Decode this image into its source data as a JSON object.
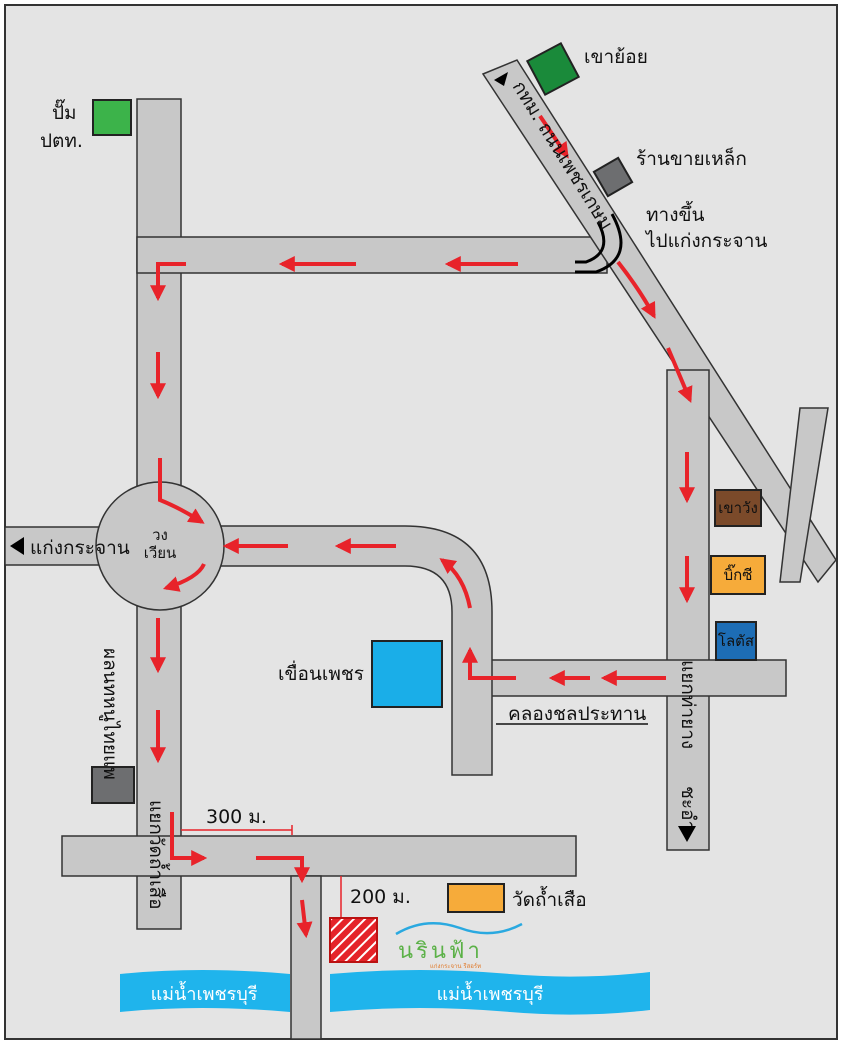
{
  "map": {
    "title": "",
    "colors": {
      "background": "#e4e4e4",
      "road": "#c8c8c8",
      "arrow": "#e8232a",
      "river": "#1fb4ec",
      "green_marker": "#3cb34a",
      "dark_green_marker": "#1a8a3a",
      "gray_marker": "#6d6e70",
      "brown_marker": "#7b4a2a",
      "orange_marker": "#f6ab3a",
      "blue_marker": "#1d6db5",
      "dam_blue": "#1aaee8",
      "destination_red": "#e52329"
    },
    "landmarks": {
      "khao_yoi": "เขาย้อย",
      "hardware_store": "ร้านขายเหล็ก",
      "kaeng_krachan_up_line1": "ทางขึ้น",
      "kaeng_krachan_up_line2": "ไปแก่งกระจาน",
      "gas_station_line1": "ปั๊ม",
      "gas_station_line2": "ปตท.",
      "khao_wang": "เขาวัง",
      "big_c": "บิ๊กซี",
      "lotus": "โลตัส",
      "dam": "เขื่อนเพชร",
      "hospital": "ผลนทหนูไทยแพ",
      "wat_tham_suea": "วัดถ้ำเสือ"
    },
    "roads": {
      "bkk_phetkasem": "กทม. ถนนเพชรเกษม",
      "kaeng_krachan_west": "แก่งกระจาน",
      "roundabout_line1": "วง",
      "roundabout_line2": "เวียน",
      "irrigation_canal": "คลองชลประทาน",
      "tha_yang_junction": "แยกท่ายาง",
      "cha_am": "ชะอำ",
      "wat_tham_suea_junction": "แยกวัดถ้ำเสือ"
    },
    "distances": {
      "d300": "300 ม.",
      "d200": "200 ม."
    },
    "river": {
      "left": "แม่น้ำเพชรบุรี",
      "right": "แม่น้ำเพชรบุรี"
    },
    "logo": {
      "name": "นรินฟ้า",
      "tagline": "แก่งกระจาน รีสอร์ท"
    }
  }
}
